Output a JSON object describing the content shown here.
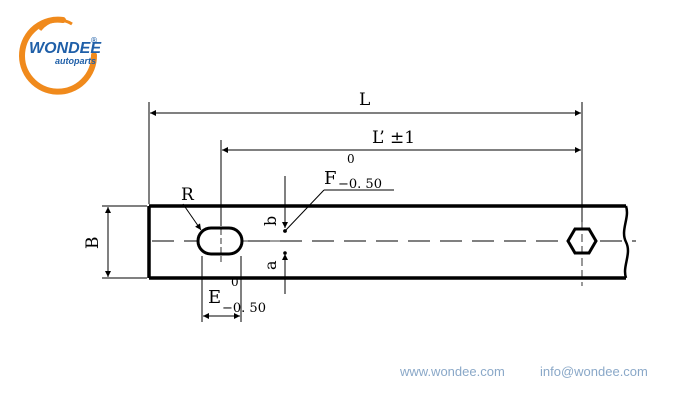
{
  "logo": {
    "brand": "WONDEE",
    "tagline": "autoparts",
    "registered": "®",
    "ring_color": "#f08a1c",
    "text_color": "#1f5fa8"
  },
  "drawing": {
    "dim_L": "L",
    "dim_L_prime": "L’ ±1",
    "dim_F": "F",
    "dim_F_upper": "0",
    "dim_F_lower": "−0. 50",
    "dim_R": "R",
    "dim_B": "B",
    "dim_b": "b",
    "dim_a": "a",
    "dim_E": "E",
    "dim_E_upper": "0",
    "dim_E_lower": "−0. 50"
  },
  "footer": {
    "website": "www.wondee.com",
    "email": "info@wondee.com",
    "color": "#8aa8c8"
  }
}
